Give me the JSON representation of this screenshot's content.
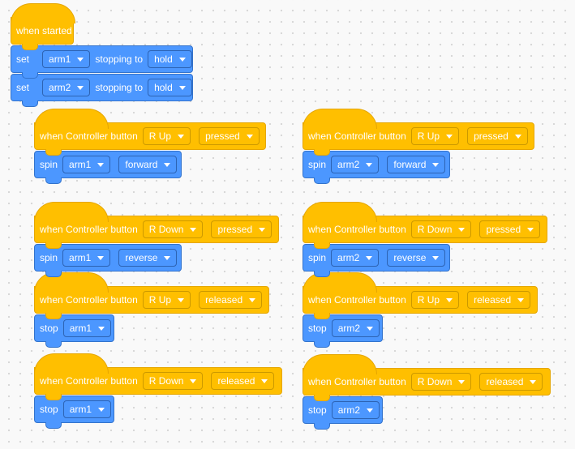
{
  "start": {
    "hat_label": "when started",
    "rows": [
      {
        "verb": "set",
        "motor": "arm1",
        "middle": "stopping to",
        "mode": "hold"
      },
      {
        "verb": "set",
        "motor": "arm2",
        "middle": "stopping to",
        "mode": "hold"
      }
    ]
  },
  "stacks": [
    {
      "event": {
        "label": "when Controller button",
        "button": "R Up",
        "action": "pressed"
      },
      "cmd": {
        "verb": "spin",
        "motor": "arm1",
        "dir": "forward"
      }
    },
    {
      "event": {
        "label": "when Controller button",
        "button": "R Up",
        "action": "pressed"
      },
      "cmd": {
        "verb": "spin",
        "motor": "arm2",
        "dir": "forward"
      }
    },
    {
      "event": {
        "label": "when Controller button",
        "button": "R Down",
        "action": "pressed"
      },
      "cmd": {
        "verb": "spin",
        "motor": "arm1",
        "dir": "reverse"
      }
    },
    {
      "event": {
        "label": "when Controller button",
        "button": "R Down",
        "action": "pressed"
      },
      "cmd": {
        "verb": "spin",
        "motor": "arm2",
        "dir": "reverse"
      }
    },
    {
      "event": {
        "label": "when Controller button",
        "button": "R Up",
        "action": "released"
      },
      "cmd": {
        "verb": "stop",
        "motor": "arm1"
      }
    },
    {
      "event": {
        "label": "when Controller button",
        "button": "R Up",
        "action": "released"
      },
      "cmd": {
        "verb": "stop",
        "motor": "arm2"
      }
    },
    {
      "event": {
        "label": "when Controller button",
        "button": "R Down",
        "action": "released"
      },
      "cmd": {
        "verb": "stop",
        "motor": "arm1"
      }
    },
    {
      "event": {
        "label": "when Controller button",
        "button": "R Down",
        "action": "released"
      },
      "cmd": {
        "verb": "stop",
        "motor": "arm2"
      }
    }
  ]
}
